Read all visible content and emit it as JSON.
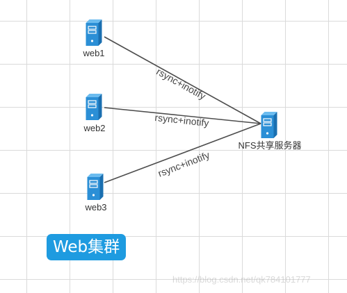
{
  "nodes": [
    {
      "id": "web1",
      "label": "web1",
      "icon": "server-icon"
    },
    {
      "id": "web2",
      "label": "web2",
      "icon": "server-icon"
    },
    {
      "id": "web3",
      "label": "web3",
      "icon": "server-icon"
    },
    {
      "id": "nfs",
      "label": "NFS共享服务器",
      "icon": "server-icon"
    }
  ],
  "edges": [
    {
      "from": "web1",
      "to": "nfs",
      "label": "rsync+inotify"
    },
    {
      "from": "web2",
      "to": "nfs",
      "label": "rsync+inotify"
    },
    {
      "from": "web3",
      "to": "nfs",
      "label": "rsync+inotify"
    }
  ],
  "cluster_label": "Web集群",
  "watermark": "https://blog.csdn.net/qk784101777",
  "colors": {
    "server_front": "#2b8fd6",
    "server_side": "#1a6fb0",
    "server_top": "#6cbcef",
    "badge": "#1e9be0",
    "edge": "#4d4d4d",
    "grid": "#dadada"
  }
}
